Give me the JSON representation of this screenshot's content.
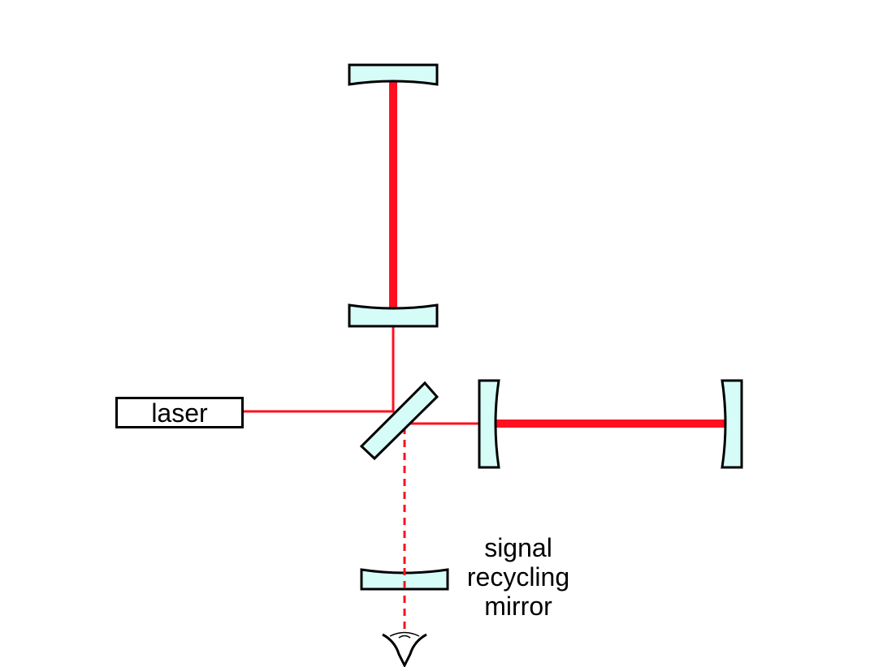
{
  "colors": {
    "beam": "#ff1020",
    "mirror_fill": "#d6fcf8",
    "outline": "#000000",
    "background": "#ffffff"
  },
  "labels": {
    "laser": "laser",
    "signal_recycling_mirror": [
      "signal",
      "recycling",
      "mirror"
    ]
  },
  "icons": {
    "detector": "eye-icon"
  }
}
